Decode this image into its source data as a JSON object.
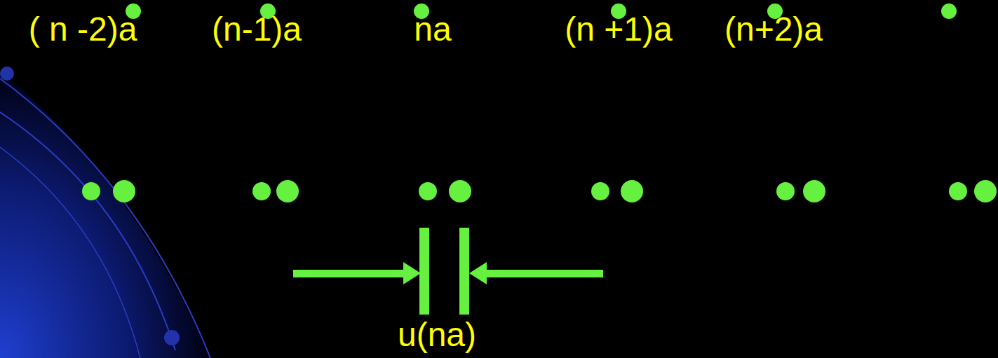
{
  "diagram": {
    "labels": [
      "( n -2)a",
      "(n-1)a",
      "na",
      "(n +1)a",
      "(n+2)a",
      "u(na)"
    ]
  }
}
